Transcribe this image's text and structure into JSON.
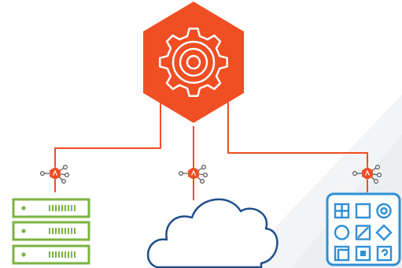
{
  "diagram": {
    "hub": {
      "icon": "gear-icon"
    },
    "nodes": [
      {
        "name": "server-rack",
        "icon": "server-rack-icon"
      },
      {
        "name": "cloud",
        "icon": "cloud-icon"
      },
      {
        "name": "device-panel",
        "icon": "app-grid-icon"
      }
    ],
    "connector_icon": "ansible-network-node-icon"
  },
  "colors": {
    "accent": "#f04e23",
    "server": "#7bb342",
    "cloud": "#1e4d8c",
    "device": "#2f8fd6",
    "shadow": "#f2f4f6"
  }
}
